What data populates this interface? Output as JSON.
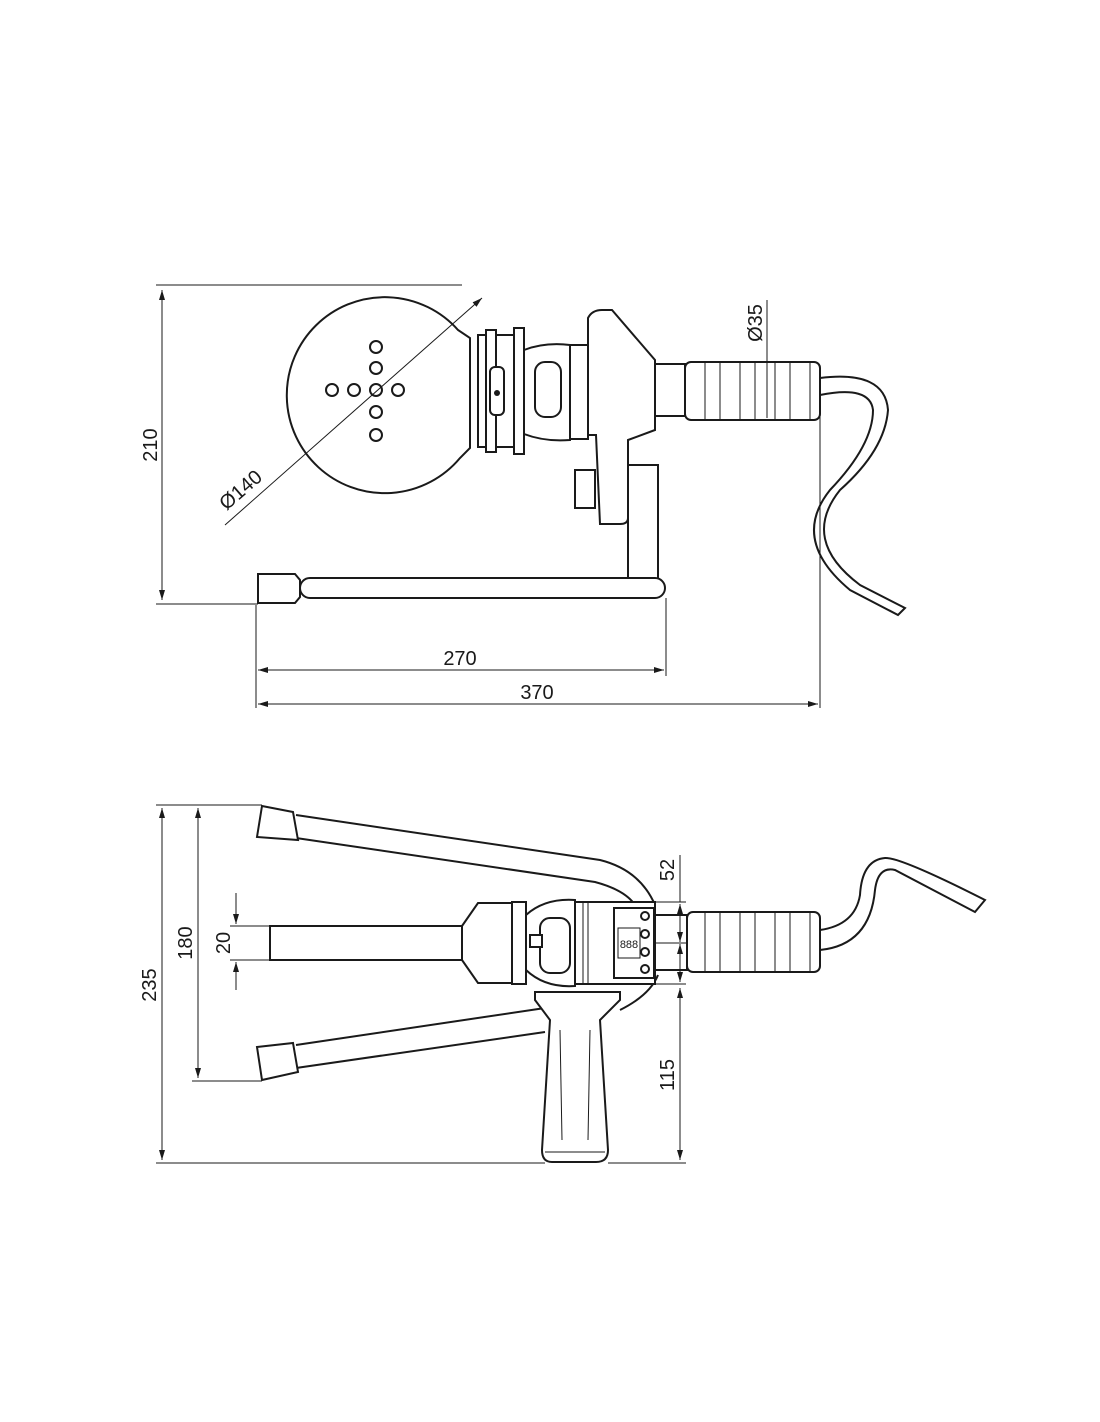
{
  "top_view": {
    "dims": {
      "height": "210",
      "plate_diameter": "Ø140",
      "handle_diameter": "Ø35",
      "stand_length": "270",
      "total_length": "370"
    }
  },
  "bottom_view": {
    "dims": {
      "overall_height": "235",
      "stand_span": "180",
      "tip_width": "20",
      "body_height": "52",
      "grip_length": "115"
    },
    "display_text": "888"
  },
  "colors": {
    "line": "#1a1a1a",
    "background": "#ffffff"
  }
}
